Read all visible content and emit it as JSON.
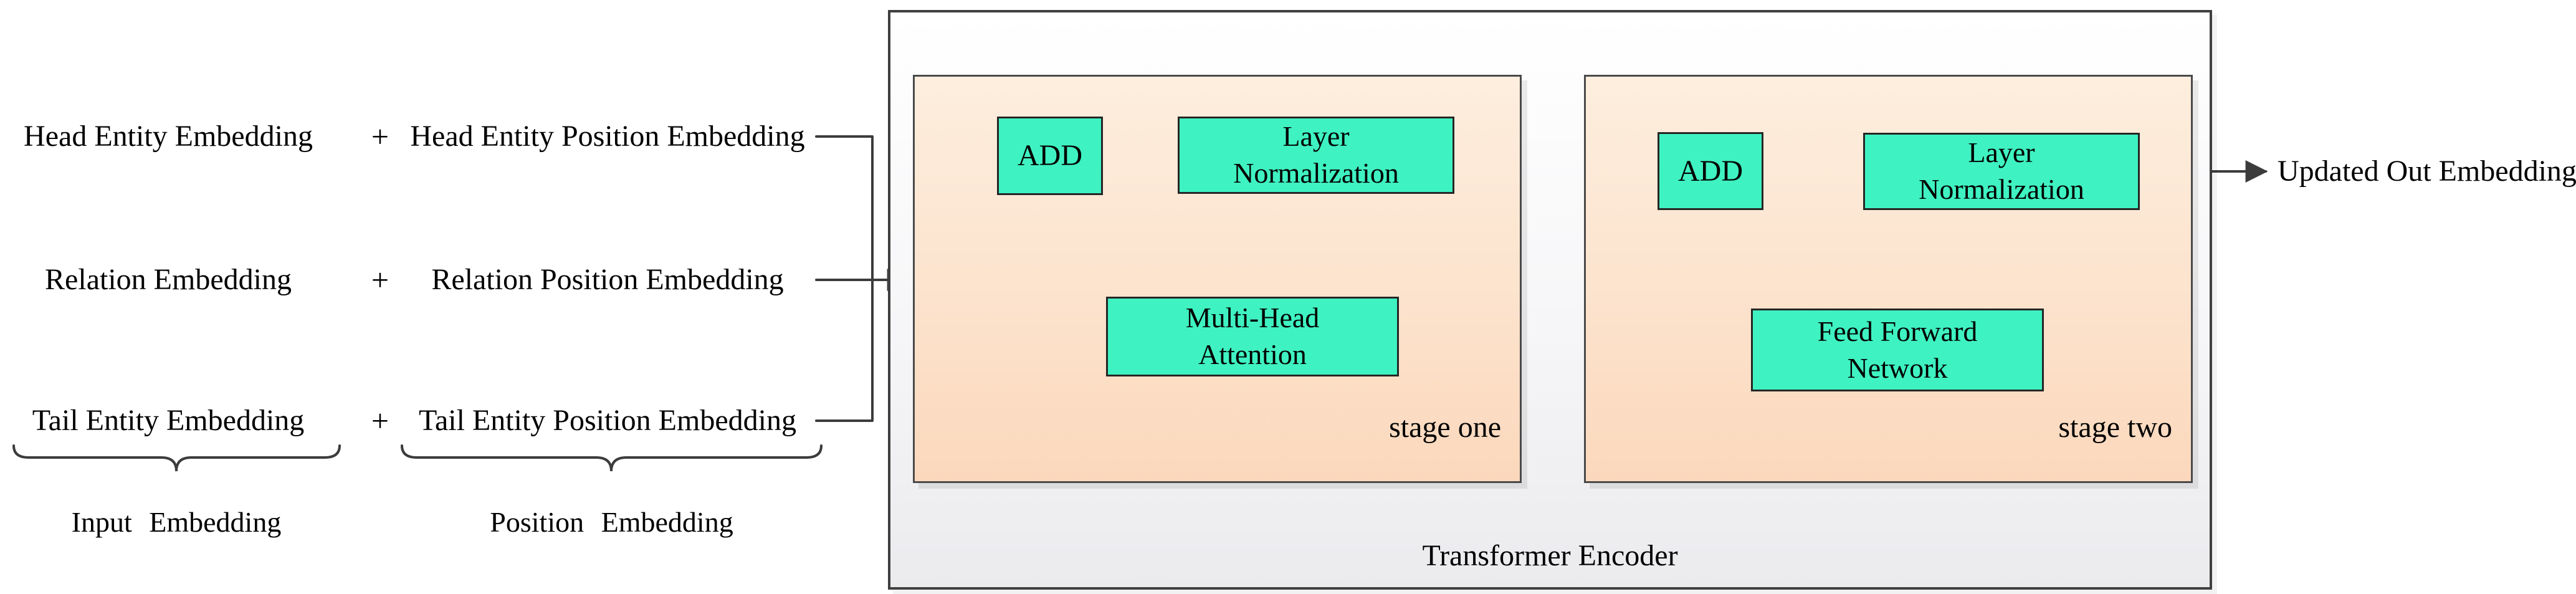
{
  "diagram": {
    "inputs": {
      "rows": [
        {
          "left": "Head Entity Embedding",
          "op": "+",
          "right": "Head Entity Position Embedding"
        },
        {
          "left": "Relation Embedding",
          "op": "+",
          "right": "Relation Position Embedding"
        },
        {
          "left": "Tail Entity Embedding",
          "op": "+",
          "right": "Tail Entity Position Embedding"
        }
      ],
      "underbrace_labels": {
        "input": "Input Embedding",
        "position": "Position Embedding"
      }
    },
    "encoder": {
      "title": "Transformer Encoder",
      "stage_one": {
        "name": "stage one",
        "add": "ADD",
        "layer_norm": "Layer\nNormalization",
        "attention": "Multi-Head\nAttention"
      },
      "stage_two": {
        "name": "stage two",
        "add": "ADD",
        "layer_norm": "Layer\nNormalization",
        "feed_forward": "Feed Forward\nNetwork"
      }
    },
    "output_label": "Updated Out Embedding",
    "colors": {
      "block_fill": "#3ff2c1",
      "stage_fill_top": "#fdeede",
      "stage_fill_bottom": "#fbd8bc",
      "encoder_fill_top": "#ffffff",
      "encoder_fill_bottom": "#ebebee",
      "connector": "#3c3c3c"
    }
  }
}
